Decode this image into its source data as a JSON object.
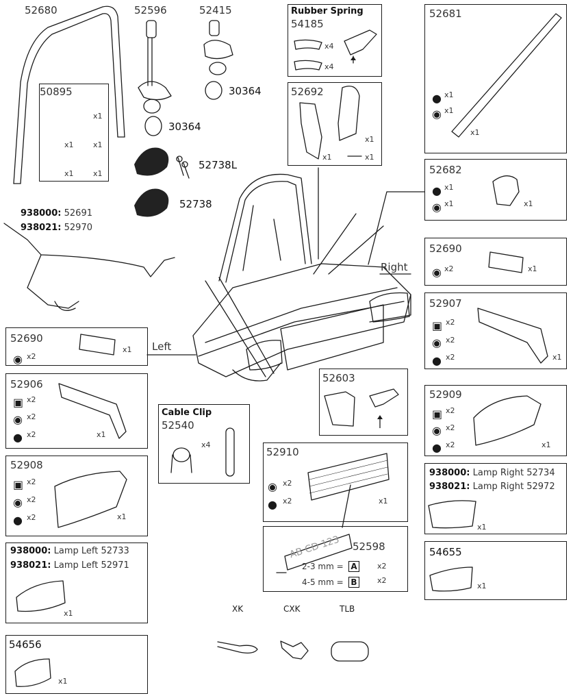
{
  "top_parts": {
    "p52680": "52680",
    "p52596": "52596",
    "p52415": "52415",
    "p30364a": "30364",
    "p30364b": "30364",
    "p52738L": "52738L",
    "p52738": "52738"
  },
  "box_50895": {
    "num": "50895",
    "q1": "x1",
    "q2": "x1",
    "q3": "x1",
    "q4": "x1",
    "q5": "x1"
  },
  "box_54185": {
    "title": "Rubber Spring",
    "num": "54185",
    "q1": "x4",
    "q2": "x4"
  },
  "box_52692": {
    "num": "52692",
    "q1": "x1",
    "q2": "x1",
    "q3": "x1"
  },
  "box_52681": {
    "num": "52681",
    "q1": "x1",
    "q2": "x1",
    "q3": "x1"
  },
  "box_52682": {
    "num": "52682",
    "q1": "x1",
    "q2": "x1",
    "q3": "x1"
  },
  "box_52690r": {
    "num": "52690",
    "q1": "x2",
    "q2": "x1"
  },
  "box_52907": {
    "num": "52907",
    "q1": "x2",
    "q2": "x2",
    "q3": "x2",
    "q4": "x1"
  },
  "box_52909": {
    "num": "52909",
    "q1": "x2",
    "q2": "x2",
    "q3": "x2",
    "q4": "x1"
  },
  "box_lamp_right": {
    "m1": "938000:",
    "t1": "Lamp Right 52734",
    "m2": "938021:",
    "t2": "Lamp Right 52972",
    "q": "x1"
  },
  "box_54655": {
    "num": "54655",
    "q": "x1"
  },
  "cable": {
    "m1": "938000:",
    "t1": "52691",
    "m2": "938021:",
    "t2": "52970"
  },
  "box_52690l": {
    "num": "52690",
    "q1": "x2",
    "q2": "x1"
  },
  "box_52906": {
    "num": "52906",
    "q1": "x2",
    "q2": "x2",
    "q3": "x2",
    "q4": "x1"
  },
  "box_52908": {
    "num": "52908",
    "q1": "x2",
    "q2": "x2",
    "q3": "x2",
    "q4": "x1"
  },
  "box_lamp_left": {
    "m1": "938000:",
    "t1": "Lamp Left 52733",
    "m2": "938021:",
    "t2": "Lamp Left 52971",
    "q": "x1"
  },
  "box_54656": {
    "num": "54656",
    "q": "x1"
  },
  "box_cable_clip": {
    "title": "Cable Clip",
    "num": "52540",
    "q": "x4"
  },
  "box_52603": {
    "num": "52603"
  },
  "box_52910": {
    "num": "52910",
    "q1": "x2",
    "q2": "x2",
    "q3": "x1"
  },
  "box_52598": {
    "num": "52598",
    "plate": "AB CD 123",
    "r1": "2-3 mm =",
    "l1": "A",
    "q1": "x2",
    "r2": "4-5 mm =",
    "l2": "B",
    "q2": "x2"
  },
  "sides": {
    "left": "Left",
    "right": "Right"
  },
  "keys": {
    "k1": "XK",
    "k2": "CXK",
    "k3": "TLB"
  }
}
